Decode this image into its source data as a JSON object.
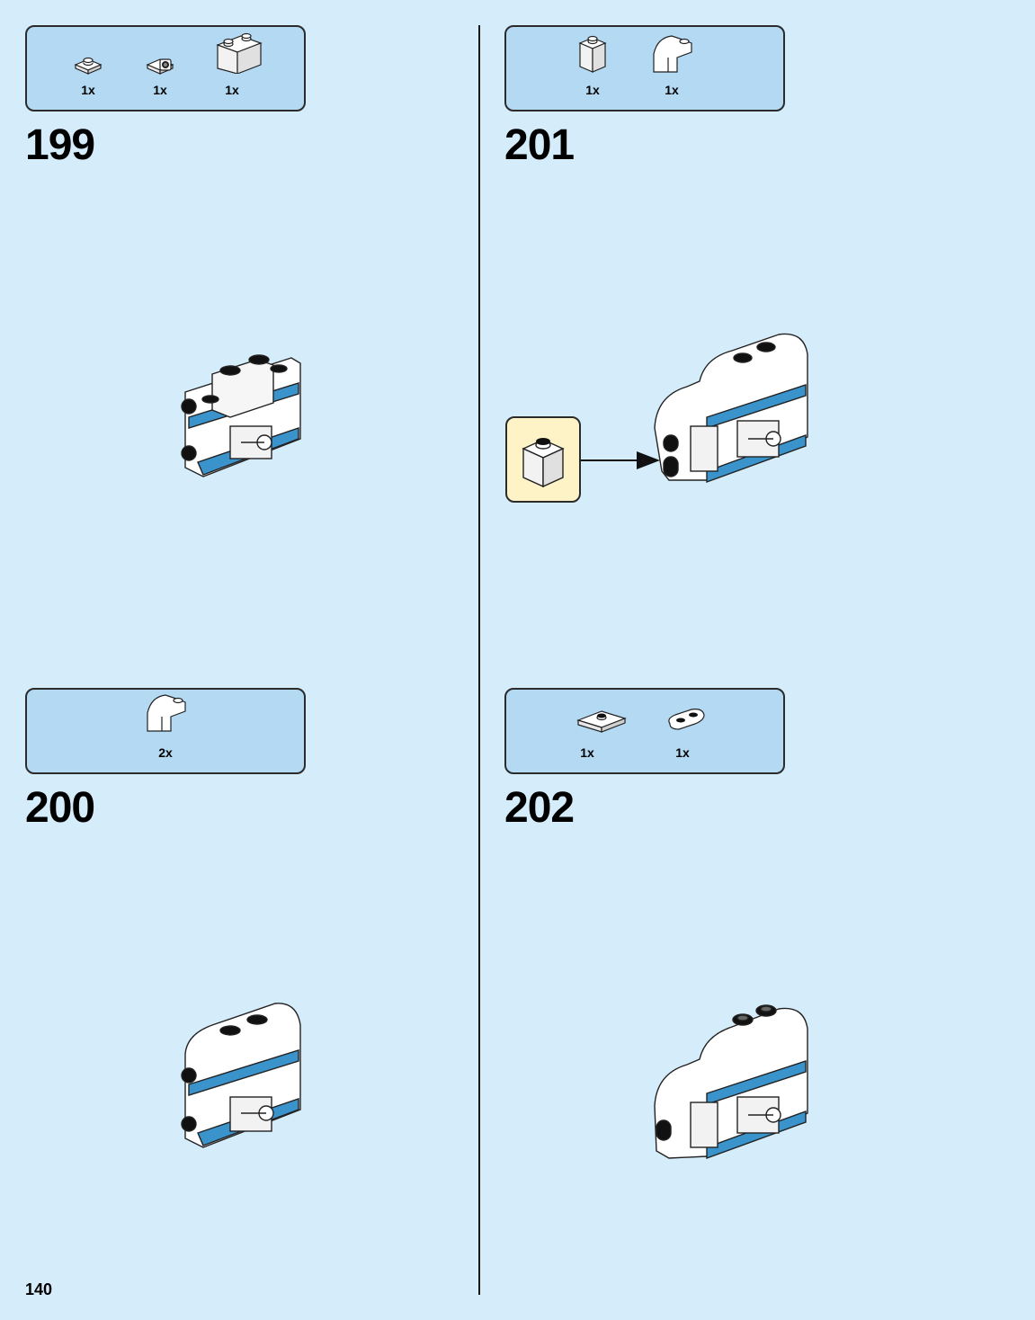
{
  "page_number": "140",
  "steps": [
    {
      "number": "199",
      "parts": [
        {
          "qty": "1x",
          "icon": "plate-1x1-icon"
        },
        {
          "qty": "1x",
          "icon": "clip-plate-icon"
        },
        {
          "qty": "1x",
          "icon": "brick-1x2-icon"
        }
      ]
    },
    {
      "number": "200",
      "parts": [
        {
          "qty": "2x",
          "icon": "curved-slope-icon"
        }
      ]
    },
    {
      "number": "201",
      "parts": [
        {
          "qty": "1x",
          "icon": "brick-1x1-icon"
        },
        {
          "qty": "1x",
          "icon": "curved-slope-icon"
        }
      ]
    },
    {
      "number": "202",
      "parts": [
        {
          "qty": "1x",
          "icon": "jumper-plate-icon"
        },
        {
          "qty": "1x",
          "icon": "plate-1x2-rounded-icon"
        }
      ]
    }
  ],
  "colors": {
    "background": "#d5ecfb",
    "parts_box": "#b4d9f3",
    "callout": "#fdf3c6",
    "brick_white": "#ffffff",
    "accent_blue": "#3b93cc"
  }
}
